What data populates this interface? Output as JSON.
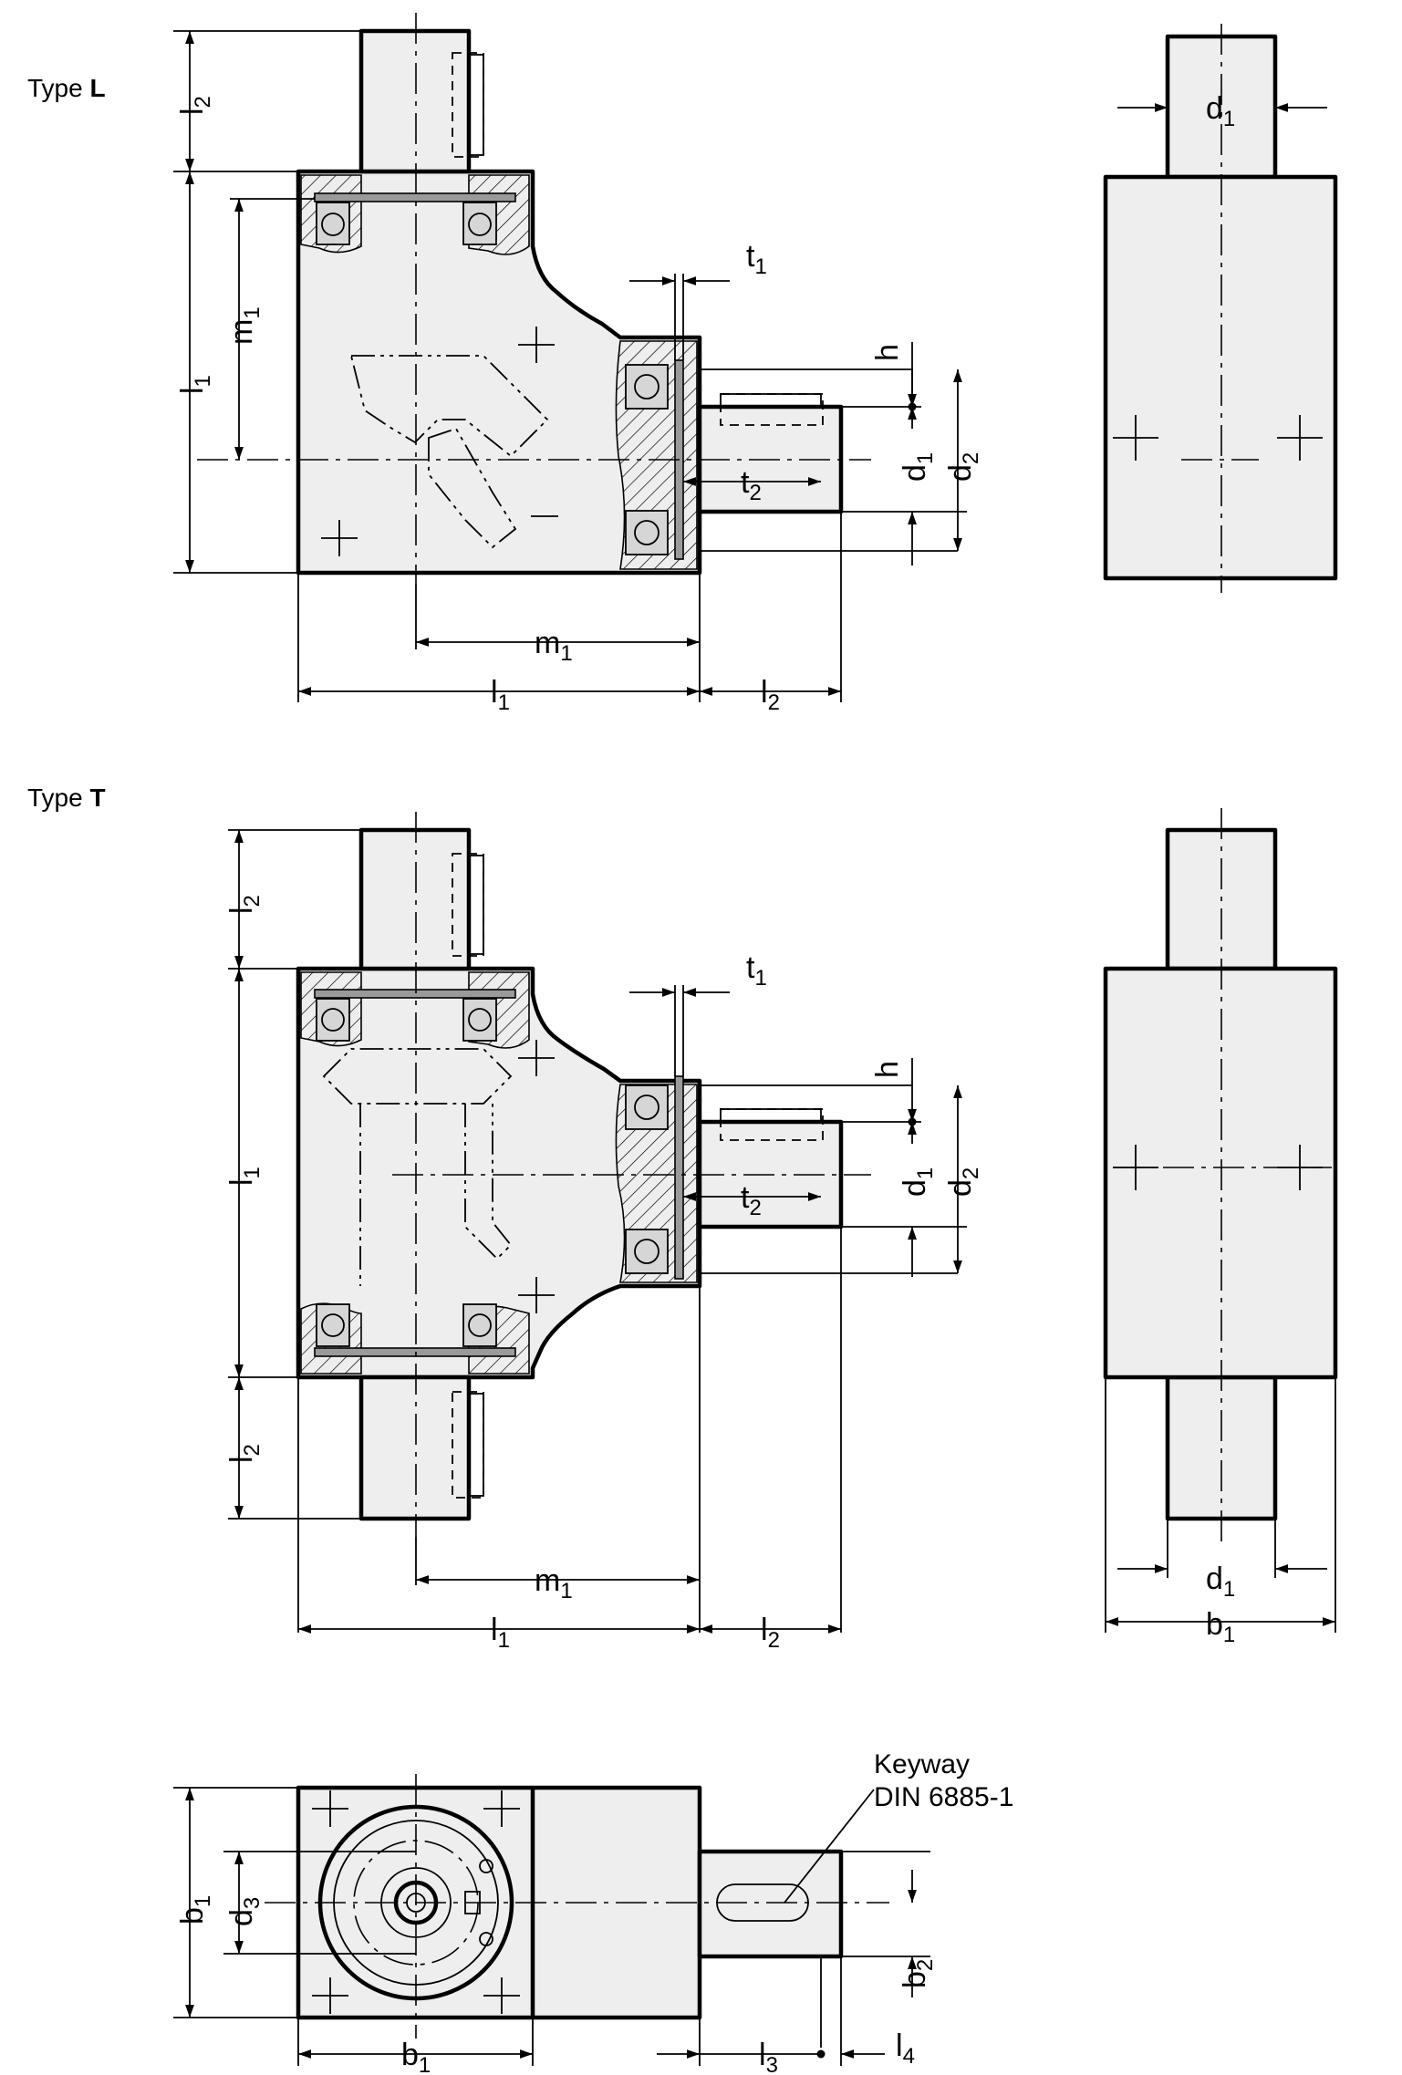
{
  "views": {
    "type_l": {
      "caption_prefix": "Type",
      "caption_bold": "L",
      "dims": {
        "l2_top": {
          "main": "l",
          "sub": "2"
        },
        "l1_left": {
          "main": "l",
          "sub": "1"
        },
        "m1_left": {
          "main": "m",
          "sub": "1"
        },
        "t1": {
          "main": "t",
          "sub": "1"
        },
        "h": {
          "main": "h",
          "sub": ""
        },
        "d1_right": {
          "main": "d",
          "sub": "1"
        },
        "d2_right": {
          "main": "d",
          "sub": "2"
        },
        "t2": {
          "main": "t",
          "sub": "2"
        },
        "m1_bottom": {
          "main": "m",
          "sub": "1"
        },
        "l1_bottom": {
          "main": "l",
          "sub": "1"
        },
        "l2_bottom": {
          "main": "l",
          "sub": "2"
        },
        "d1_side": {
          "main": "d",
          "sub": "1"
        }
      }
    },
    "type_t": {
      "caption_prefix": "Type",
      "caption_bold": "T",
      "dims": {
        "l2_top": {
          "main": "l",
          "sub": "2"
        },
        "l1_left": {
          "main": "l",
          "sub": "1"
        },
        "l2_lower": {
          "main": "l",
          "sub": "2"
        },
        "t1": {
          "main": "t",
          "sub": "1"
        },
        "h": {
          "main": "h",
          "sub": ""
        },
        "d1_right": {
          "main": "d",
          "sub": "1"
        },
        "d2_right": {
          "main": "d",
          "sub": "2"
        },
        "t2": {
          "main": "t",
          "sub": "2"
        },
        "m1_bottom": {
          "main": "m",
          "sub": "1"
        },
        "l1_bottom": {
          "main": "l",
          "sub": "1"
        },
        "l2_bottom": {
          "main": "l",
          "sub": "2"
        },
        "d1_side": {
          "main": "d",
          "sub": "1"
        },
        "b1_side": {
          "main": "b",
          "sub": "1"
        }
      }
    },
    "top_view": {
      "note_line1": "Keyway",
      "note_line2": "DIN 6885-1",
      "dims": {
        "b1_left": {
          "main": "b",
          "sub": "1"
        },
        "d3": {
          "main": "d",
          "sub": "3"
        },
        "b2": {
          "main": "b",
          "sub": "2"
        },
        "b1_bottom": {
          "main": "b",
          "sub": "1"
        },
        "l3": {
          "main": "l",
          "sub": "3"
        },
        "l4": {
          "main": "l",
          "sub": "4"
        }
      }
    }
  }
}
